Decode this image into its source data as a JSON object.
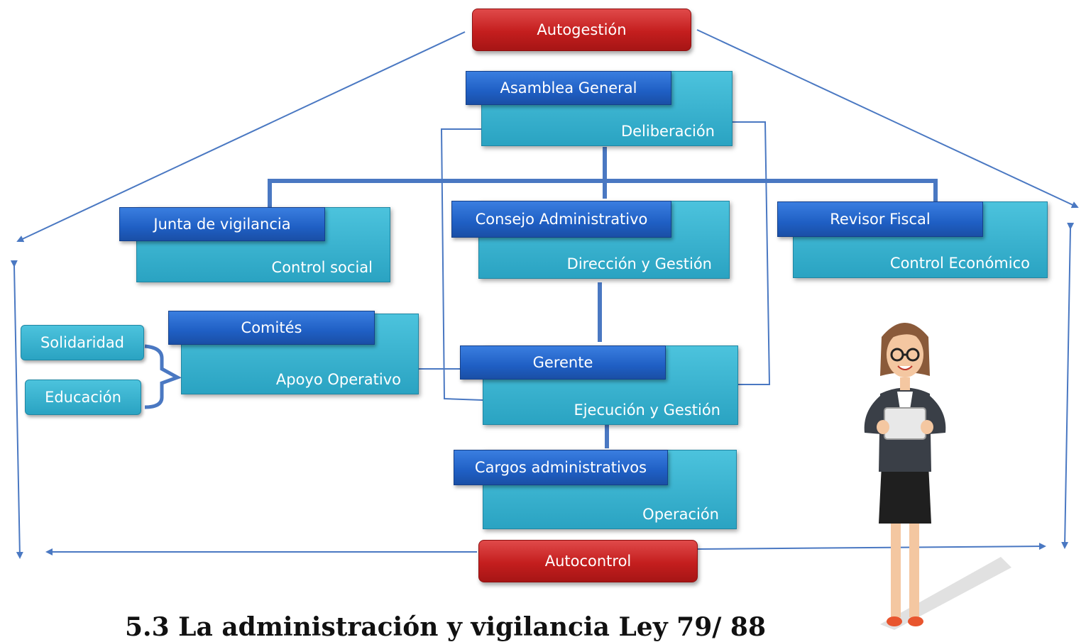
{
  "top": {
    "label": "Autogestión"
  },
  "bottom": {
    "label": "Autocontrol"
  },
  "nodes": {
    "asamblea": {
      "title": "Asamblea General",
      "role": "Deliberación"
    },
    "junta": {
      "title": "Junta de vigilancia",
      "role": "Control social"
    },
    "consejo": {
      "title": "Consejo Administrativo",
      "role": "Dirección y Gestión"
    },
    "revisor": {
      "title": "Revisor Fiscal",
      "role": "Control Económico"
    },
    "comites": {
      "title": "Comités",
      "role": "Apoyo Operativo"
    },
    "gerente": {
      "title": "Gerente",
      "role": "Ejecución y Gestión"
    },
    "cargos": {
      "title": "Cargos administrativos",
      "role": "Operación"
    }
  },
  "committees": [
    "Solidaridad",
    "Educación"
  ],
  "footer_text": "5.3 La administración y vigilancia Ley 79/ 88",
  "colors": {
    "red": "#c41e1e",
    "blue": "#1f5fc4",
    "teal": "#2aa3c2",
    "connector": "#4a78c2"
  }
}
